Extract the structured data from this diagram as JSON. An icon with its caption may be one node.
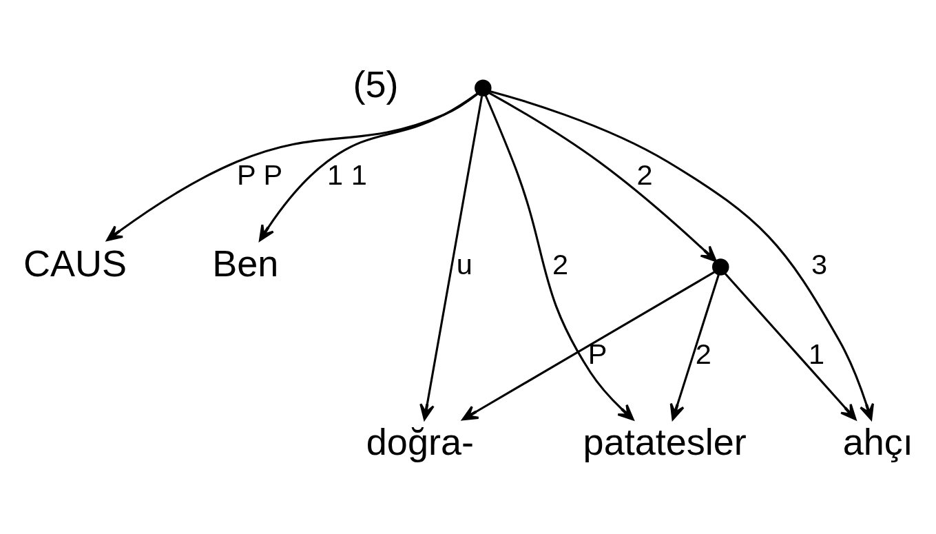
{
  "diagram": {
    "nodes": [
      {
        "text": [],
        "shape": "dot"
      },
      {
        "text": [
          "CAUS"
        ]
      },
      {
        "text": [
          "Ben"
        ]
      },
      {
        "text": [],
        "shape": "dot"
      },
      {
        "text": [
          "doğra-"
        ]
      },
      {
        "text": [
          "ahçı"
        ]
      },
      {
        "text": [
          "patatesler"
        ]
      }
    ],
    "edges": [
      {
        "from": 0,
        "to": 1,
        "arrow": "to",
        "label": "P P"
      },
      {
        "from": 0,
        "to": 2,
        "arrow": "to",
        "label": "1 1"
      },
      {
        "from": 0,
        "to": 3,
        "arrow": "to",
        "label": "2"
      },
      {
        "from": 0,
        "to": 4,
        "arrow": "to",
        "label": "u"
      },
      {
        "from": 0,
        "to": 5,
        "arrow": "to",
        "label": "3"
      },
      {
        "from": 0,
        "to": 6,
        "arrow": "to",
        "label": "2"
      },
      {
        "from": 3,
        "to": 4,
        "arrow": "to",
        "label": "P"
      },
      {
        "from": 3,
        "to": 5,
        "arrow": "to",
        "label": "1"
      },
      {
        "from": 3,
        "to": 6,
        "arrow": "to",
        "label": "2"
      }
    ],
    "labels": [
      "(5)"
    ]
  }
}
